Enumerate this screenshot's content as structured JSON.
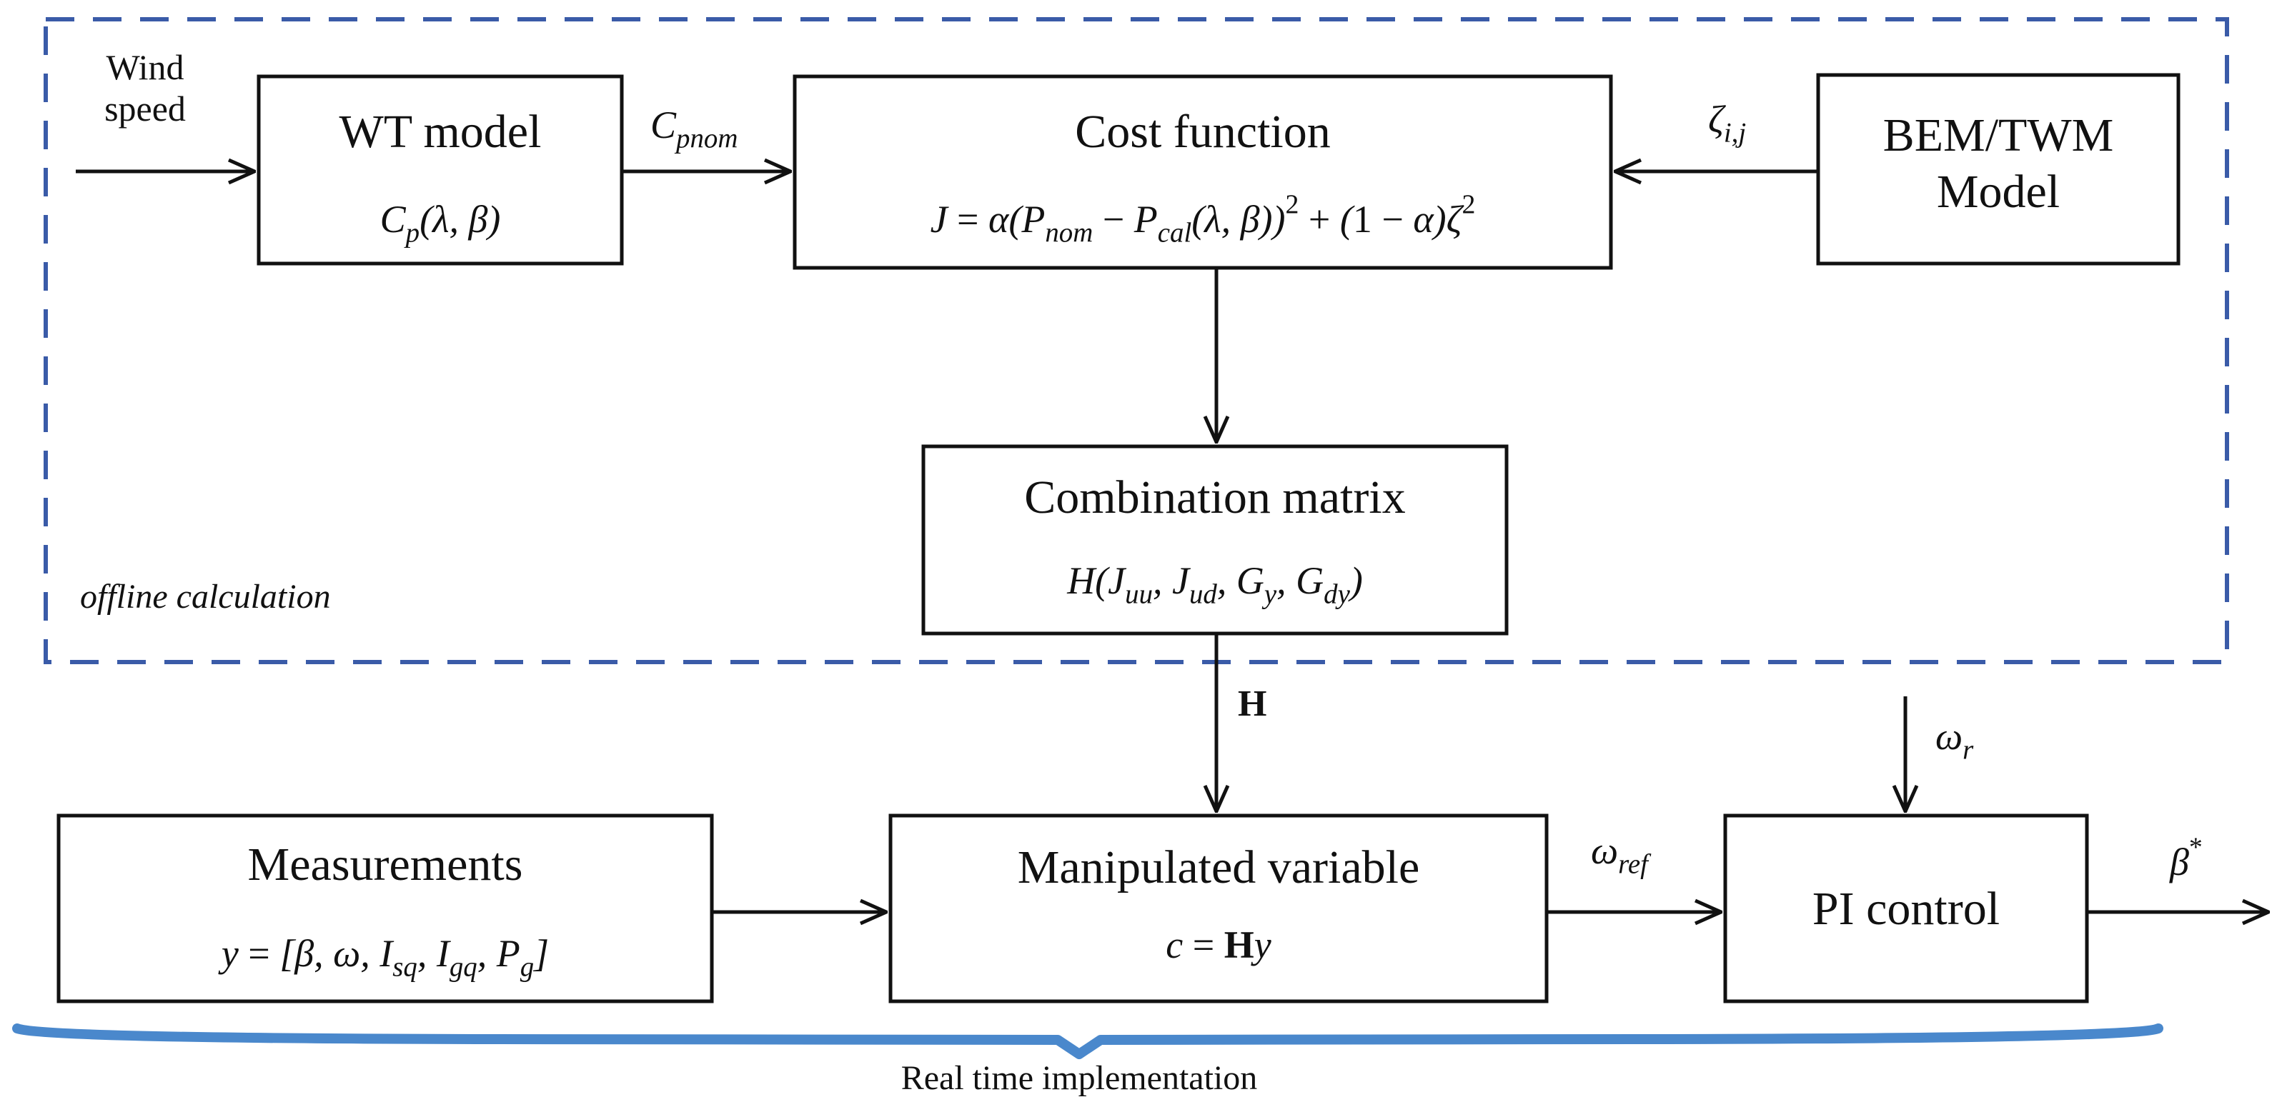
{
  "region_offline": {
    "label": "offline calculation"
  },
  "region_realtime": {
    "label": "Real time implementation"
  },
  "input_wind": {
    "line1": "Wind",
    "line2": "speed"
  },
  "block_wt_model": {
    "title": "WT model",
    "formula_main": "C",
    "formula_sub": "p",
    "formula_args": "(λ, β)"
  },
  "block_cost_function": {
    "title": "Cost function"
  },
  "block_bem_twm": {
    "line1": "BEM/TWM",
    "line2": "Model"
  },
  "block_combination": {
    "title": "Combination matrix"
  },
  "block_measurements": {
    "title": "Measurements"
  },
  "block_manipulated": {
    "title": "Manipulated variable",
    "formula": "c = Hy"
  },
  "block_pi": {
    "title": "PI control"
  },
  "signal_cpnom": {
    "main": "C",
    "sub": "pnom"
  },
  "signal_zeta": {
    "main": "ζ",
    "sub": "i,j"
  },
  "signal_H": {
    "label": "H"
  },
  "signal_omega_ref": {
    "main": "ω",
    "sub": "ref"
  },
  "signal_omega_r": {
    "main": "ω",
    "sub": "r"
  },
  "signal_beta_star": {
    "main": "β",
    "sup": "*"
  },
  "colors": {
    "dashed_border": "#3a5ba8",
    "brace": "#4a88cc",
    "stroke": "#111111"
  }
}
